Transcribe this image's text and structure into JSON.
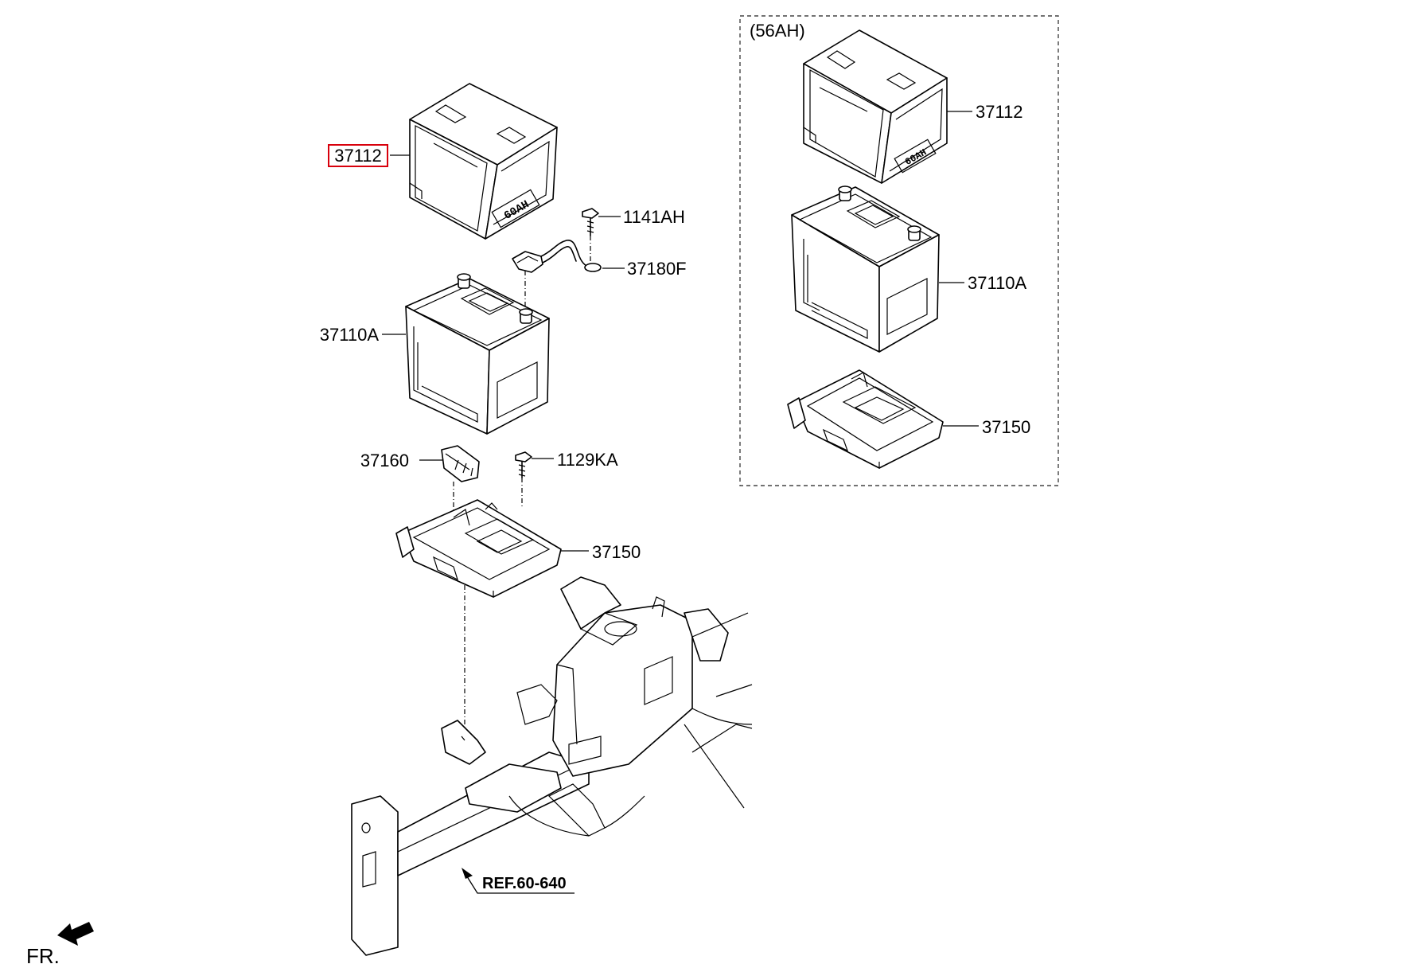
{
  "labels": {
    "tray_cover_main": "37112",
    "tray_cover_alt": "37112",
    "bolt_1141ah": "1141AH",
    "cable_37180f": "37180F",
    "battery_main": "37110A",
    "battery_alt": "37110A",
    "clamp_37160": "37160",
    "bolt_1129ka": "1129KA",
    "tray_main": "37150",
    "tray_alt": "37150",
    "ref": "REF.60-640",
    "front": "FR.",
    "variant": "(56AH)"
  },
  "stamps": {
    "main": "60AH",
    "alt": "60AH"
  },
  "highlight": {
    "part": "37112",
    "color": "#d8000c"
  }
}
